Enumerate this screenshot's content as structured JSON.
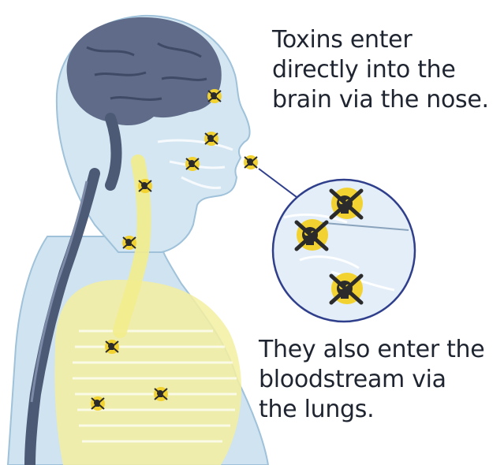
{
  "captions": {
    "nose": [
      "Toxins enter",
      "directly into the",
      "brain via the nose."
    ],
    "lungs": [
      "They also enter the",
      "bloodstream via",
      "the lungs."
    ]
  },
  "colors": {
    "body_fill": "#cfe3f0",
    "body_outline": "#9fc2da",
    "brain": "#5f6b88",
    "spine": "#4d5a76",
    "airway": "#f2ec8c",
    "lungs": "#f3eea0",
    "toxin": "#f2d230",
    "skull_icon": "#2b2b2b",
    "callout_stroke": "#2f3f8c",
    "caption_text": "#1f2530"
  },
  "icons": {
    "toxin": "skull-crossbones-icon"
  }
}
